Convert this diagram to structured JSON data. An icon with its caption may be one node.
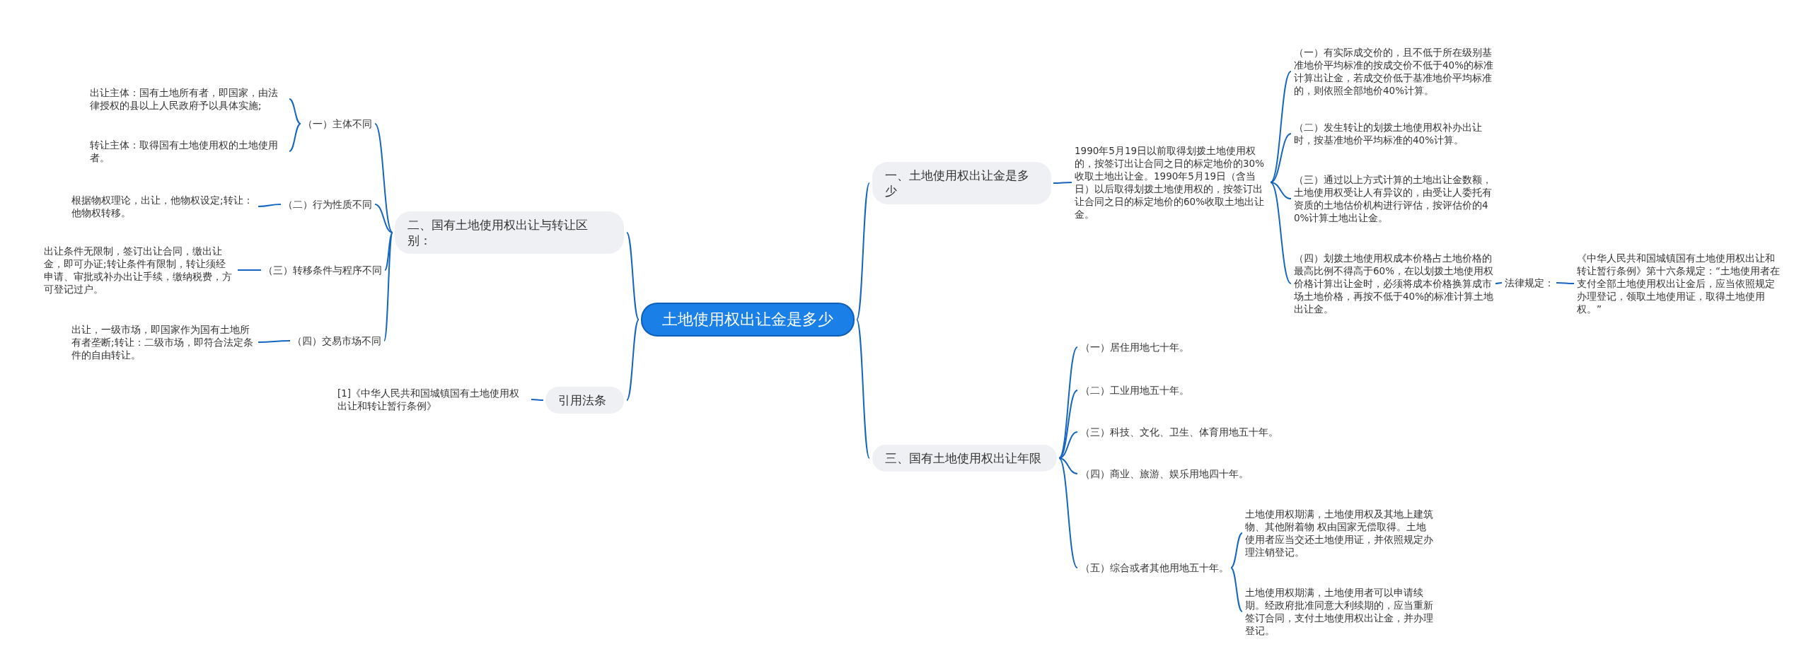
{
  "diagram": {
    "nodes": [
      {
        "text": [
          "土地使用权出让金是多少"
        ]
      },
      {
        "text": [
          "一、土地使用权出让金是多少"
        ]
      },
      {
        "text": [
          "1990年5月19日以前取得划拨土地使用权的，按签订出让合同之日的标定地价的30%收取土地出让金。1990年5月19日（含当日）以后取得划拨土地使用权的，按签订出让合同之日的标定地价的60%收取土地出让金。"
        ]
      },
      {
        "text": [
          "（一）有实际成交价的，且不低于所在级别基准地价平均标准的按成交价不低于40%的标准计算出让金，若成交价低于基准地价平均标准的，则依照全部地价40%计算。"
        ]
      },
      {
        "text": [
          "（二）发生转让的划拨土地使用权补办出让时，按基准地价平均标准的40%计算。"
        ]
      },
      {
        "text": [
          "（三）通过以上方式计算的土地出让金数额，土地使用权受让人有异议的，由受让人委托有资质的土地估价机构进行评估，按评估价的40%计算土地出让金。"
        ]
      },
      {
        "text": [
          "（四）划拨土地使用权成本价格占土地价格的最高比例不得高于60%，在以划拨土地使用权价格计算出让金时，必须将成本价格换算成市场土地价格，再按不低于40%的标准计算土地出让金。"
        ]
      },
      {
        "text": [
          "法律规定："
        ]
      },
      {
        "text": [
          "《中华人民共和国城镇国有土地使用权出让和转让暂行条例》第十六条规定：“土地使用者在支付全部土地使用权出让金后，应当依照规定办理登记，领取土地使用证，取得土地使用权。”"
        ]
      },
      {
        "text": [
          "二、国有土地使用权出让与转让区别："
        ]
      },
      {
        "text": [
          "（一）主体不同"
        ]
      },
      {
        "text": [
          "出让主体：国有土地所有者，即国家，由法律授权的县以上人民政府予以具体实施;"
        ]
      },
      {
        "text": [
          "转让主体：取得国有土地使用权的土地使用者。"
        ]
      },
      {
        "text": [
          "（二）行为性质不同"
        ]
      },
      {
        "text": [
          "根据物权理论，出让，他物权设定;转让：他物权转移。"
        ]
      },
      {
        "text": [
          "（三）转移条件与程序不同"
        ]
      },
      {
        "text": [
          "出让条件无限制，签订出让合同，缴出让金，即可办证;转让条件有限制，转让须经申请、审批或补办出让手续，缴纳税费，方可登记过户。"
        ]
      },
      {
        "text": [
          "（四）交易市场不同"
        ]
      },
      {
        "text": [
          "出让，一级市场，即国家作为国有土地所有者垄断;转让：二级市场，即符合法定条件的自由转让。"
        ]
      },
      {
        "text": [
          "引用法条"
        ]
      },
      {
        "text": [
          "[1]《中华人民共和国城镇国有土地使用权出让和转让暂行条例》"
        ]
      },
      {
        "text": [
          "三、国有土地使用权出让年限"
        ]
      },
      {
        "text": [
          "（一）居住用地七十年。"
        ]
      },
      {
        "text": [
          "（二）工业用地五十年。"
        ]
      },
      {
        "text": [
          "（三）科技、文化、卫生、体育用地五十年。"
        ]
      },
      {
        "text": [
          "（四）商业、旅游、娱乐用地四十年。"
        ]
      },
      {
        "text": [
          "（五）综合或者其他用地五十年。"
        ]
      },
      {
        "text": [
          "土地使用权期满，土地使用权及其地上建筑物、其他附着物 权由国家无偿取得。土地使用者应当交还土地使用证，并依照规定办理注销登记。"
        ]
      },
      {
        "text": [
          "土地使用权期满，土地使用者可以申请续期。经政府批准同意大利续期的，应当重新签订合同，支付土地使用权出让金，并办理登记。"
        ]
      }
    ],
    "edges": [
      {
        "from": 0,
        "to": 1,
        "arrow": "none"
      },
      {
        "from": 1,
        "to": 2,
        "arrow": "none"
      },
      {
        "from": 2,
        "to": 3,
        "arrow": "none"
      },
      {
        "from": 2,
        "to": 4,
        "arrow": "none"
      },
      {
        "from": 2,
        "to": 5,
        "arrow": "none"
      },
      {
        "from": 2,
        "to": 6,
        "arrow": "none"
      },
      {
        "from": 6,
        "to": 7,
        "arrow": "none"
      },
      {
        "from": 7,
        "to": 8,
        "arrow": "none"
      },
      {
        "from": 0,
        "to": 9,
        "arrow": "none"
      },
      {
        "from": 9,
        "to": 10,
        "arrow": "none"
      },
      {
        "from": 10,
        "to": 11,
        "arrow": "none"
      },
      {
        "from": 10,
        "to": 12,
        "arrow": "none"
      },
      {
        "from": 9,
        "to": 13,
        "arrow": "none"
      },
      {
        "from": 13,
        "to": 14,
        "arrow": "none"
      },
      {
        "from": 9,
        "to": 15,
        "arrow": "none"
      },
      {
        "from": 15,
        "to": 16,
        "arrow": "none"
      },
      {
        "from": 9,
        "to": 17,
        "arrow": "none"
      },
      {
        "from": 17,
        "to": 18,
        "arrow": "none"
      },
      {
        "from": 0,
        "to": 19,
        "arrow": "none"
      },
      {
        "from": 19,
        "to": 20,
        "arrow": "none"
      },
      {
        "from": 0,
        "to": 21,
        "arrow": "none"
      },
      {
        "from": 21,
        "to": 22,
        "arrow": "none"
      },
      {
        "from": 21,
        "to": 23,
        "arrow": "none"
      },
      {
        "from": 21,
        "to": 24,
        "arrow": "none"
      },
      {
        "from": 21,
        "to": 25,
        "arrow": "none"
      },
      {
        "from": 21,
        "to": 26,
        "arrow": "none"
      },
      {
        "from": 26,
        "to": 27,
        "arrow": "none"
      },
      {
        "from": 26,
        "to": 28,
        "arrow": "none"
      }
    ]
  }
}
